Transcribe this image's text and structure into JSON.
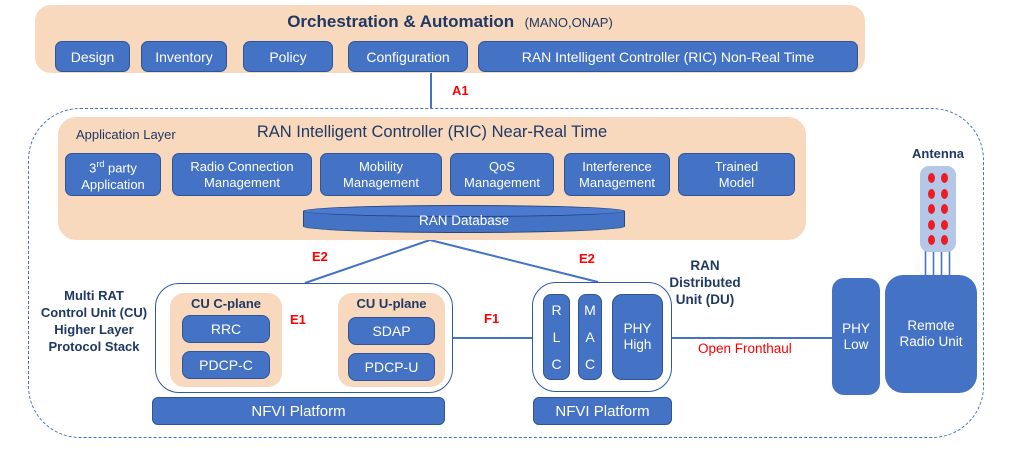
{
  "colors": {
    "peach": "#F8D9BD",
    "button_blue": "#4472C4",
    "button_border": "#2F5597",
    "navy_text": "#1F3864",
    "interface_red": "#FF0000",
    "line_blue": "#4472C4",
    "antenna_fill": "#B4C7E7",
    "antenna_dot_red": "#EC1C24"
  },
  "orchestration": {
    "title": "Orchestration & Automation",
    "subtitle": "(MANO,ONAP)",
    "buttons": [
      "Design",
      "Inventory",
      "Policy",
      "Configuration",
      "RAN Intelligent Controller (RIC) Non-Real Time"
    ]
  },
  "interfaces": {
    "a1": "A1",
    "e2_left": "E2",
    "e2_right": "E2",
    "e1": "E1",
    "f1": "F1",
    "open_fronthaul": "Open Fronthaul"
  },
  "ric": {
    "layer_label": "Application Layer",
    "title": "RAN Intelligent Controller (RIC) Near-Real Time",
    "apps": [
      {
        "num": "3",
        "ordinal": "rd",
        "rest": " party",
        "line2": "Application"
      },
      {
        "line1": "Radio Connection",
        "line2": "Management"
      },
      {
        "line1": "Mobility",
        "line2": "Management"
      },
      {
        "line1": "QoS",
        "line2": "Management"
      },
      {
        "line1": "Interference",
        "line2": "Management"
      },
      {
        "line1": "Trained",
        "line2": "Model"
      }
    ],
    "database": "RAN Database"
  },
  "cu": {
    "side_label": {
      "line1": "Multi RAT",
      "line2": "Control Unit (CU)",
      "line3": "Higher Layer",
      "line4": "Protocol Stack"
    },
    "c_plane": {
      "title": "CU C-plane",
      "top": "RRC",
      "bottom": "PDCP-C"
    },
    "u_plane": {
      "title": "CU U-plane",
      "top": "SDAP",
      "bottom": "PDCP-U"
    },
    "nfvi": "NFVI Platform"
  },
  "du": {
    "label": {
      "line1": "RAN",
      "line2": "Distributed",
      "line3": "Unit (DU)"
    },
    "rlc": "RLC",
    "mac": "MAC",
    "phy_high": {
      "line1": "PHY",
      "line2": "High"
    },
    "nfvi": "NFVI Platform"
  },
  "radio": {
    "phy_low": {
      "line1": "PHY",
      "line2": "Low"
    },
    "rru": {
      "line1": "Remote",
      "line2": "Radio Unit"
    },
    "antenna_label": "Antenna"
  }
}
